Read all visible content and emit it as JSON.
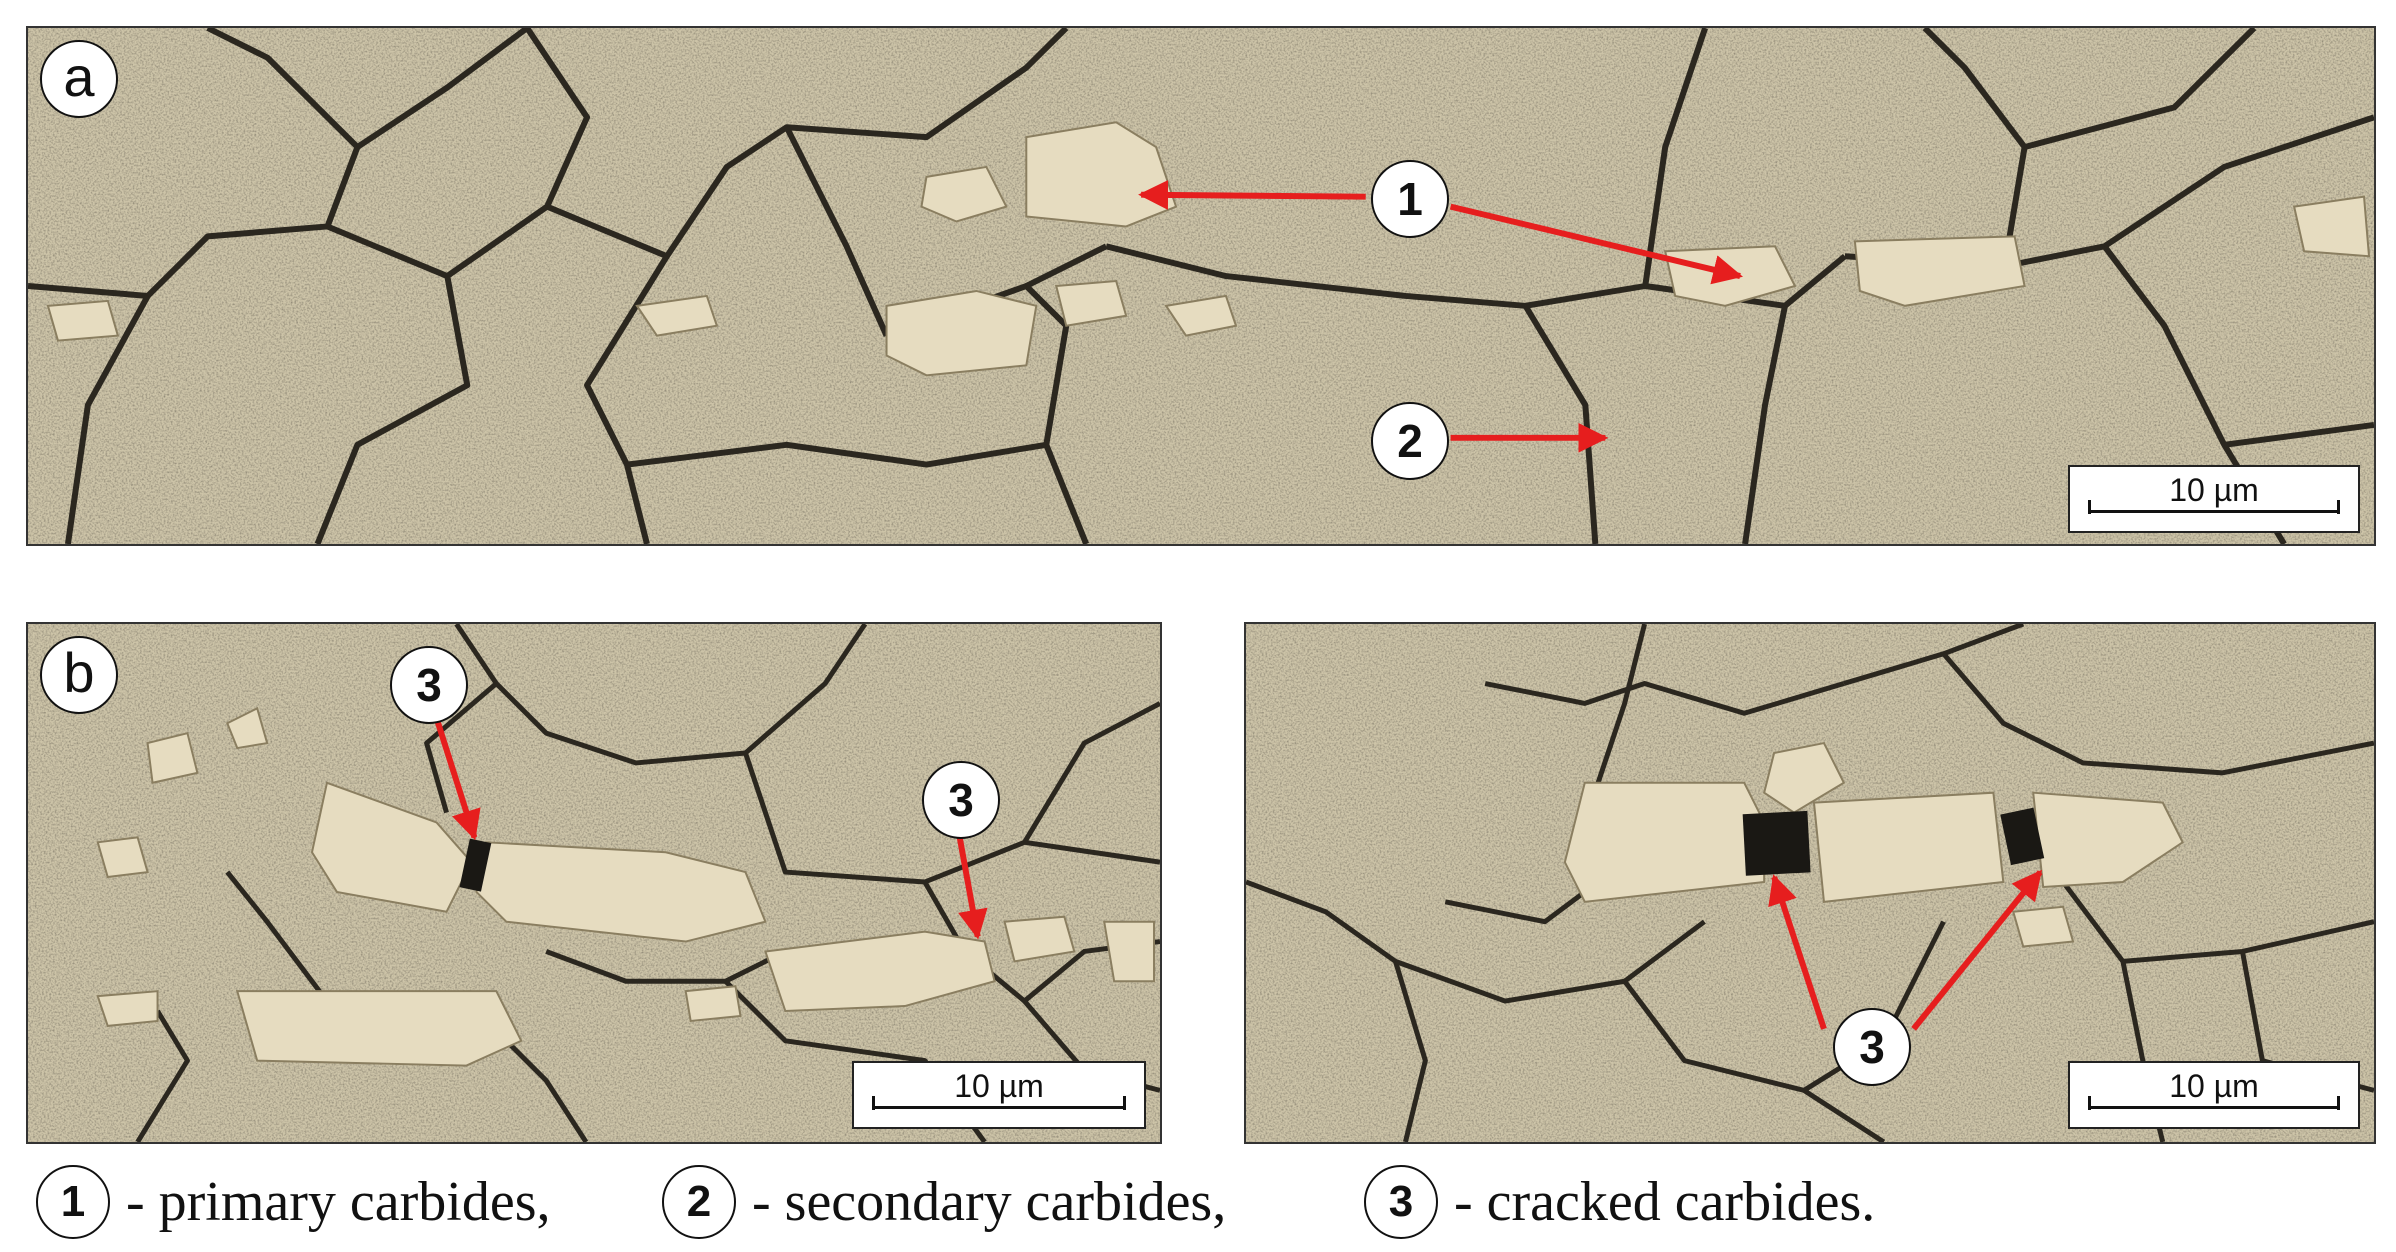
{
  "panels": [
    {
      "id": "a",
      "label": "a",
      "scale_bar": "10 µm",
      "markers": [
        "1",
        "2"
      ]
    },
    {
      "id": "b",
      "label": "b",
      "scale_bar": "10 µm",
      "markers": [
        "3",
        "3"
      ]
    },
    {
      "id": "c",
      "label": "",
      "scale_bar": "10 µm",
      "markers": [
        "3"
      ]
    }
  ],
  "legend": [
    {
      "number": "1",
      "text": "- primary carbides,"
    },
    {
      "number": "2",
      "text": "- secondary carbides,"
    },
    {
      "number": "3",
      "text": "- cracked carbides."
    }
  ],
  "colors": {
    "background": "#cdc4a8",
    "carbide": "#e6dcc0",
    "grain_boundary": "#2b271f",
    "arrow": "#e61e1e"
  }
}
